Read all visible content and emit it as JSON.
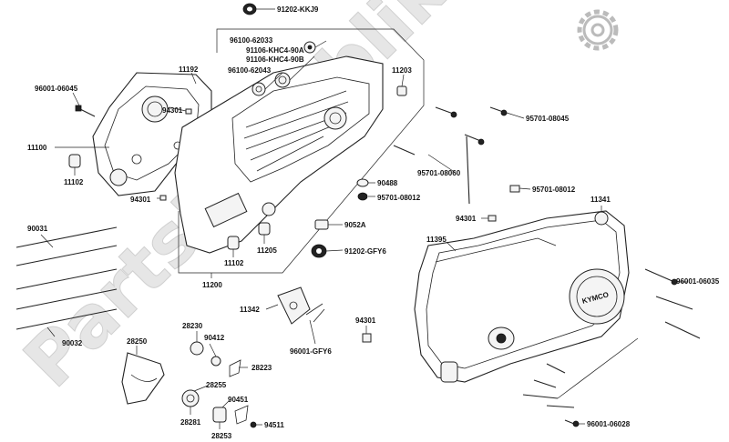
{
  "watermark": "PartsRepublik",
  "brand_badge": "KYMCO",
  "labels": {
    "p91202_kkj9": "91202-KKJ9",
    "p96100_62033": "96100-62033",
    "p91106_khc4_90a": "91106-KHC4-90A",
    "p91106_khc4_90b": "91106-KHC4-90B",
    "p96100_62043": "96100-62043",
    "p11192": "11192",
    "p11203": "11203",
    "p96001_06045": "96001-06045",
    "p94301_a": "94301",
    "p95701_08045": "95701-08045",
    "p11100": "11100",
    "p11102_a": "11102",
    "p95701_08060": "95701-08060",
    "p90488": "90488",
    "p95701_08012_a": "95701-08012",
    "p95701_08012_b": "95701-08012",
    "p94301_b": "94301",
    "p11341": "11341",
    "p94301_c": "94301",
    "p9052a": "9052A",
    "p90031": "90031",
    "p11395": "11395",
    "p11205": "11205",
    "p91202_gfy6": "91202-GFY6",
    "p11102_b": "11102",
    "p11200": "11200",
    "p96001_06035": "96001-06035",
    "p11342": "11342",
    "p94301_d": "94301",
    "p90032": "90032",
    "p28230": "28230",
    "p28250": "28250",
    "p90412": "90412",
    "p96001_gfy6": "96001-GFY6",
    "p28223": "28223",
    "p28255": "28255",
    "p90451": "90451",
    "p28281": "28281",
    "p94511": "94511",
    "p28253": "28253",
    "p96001_06028": "96001-06028"
  },
  "icons": {
    "settings": "gear-icon"
  }
}
